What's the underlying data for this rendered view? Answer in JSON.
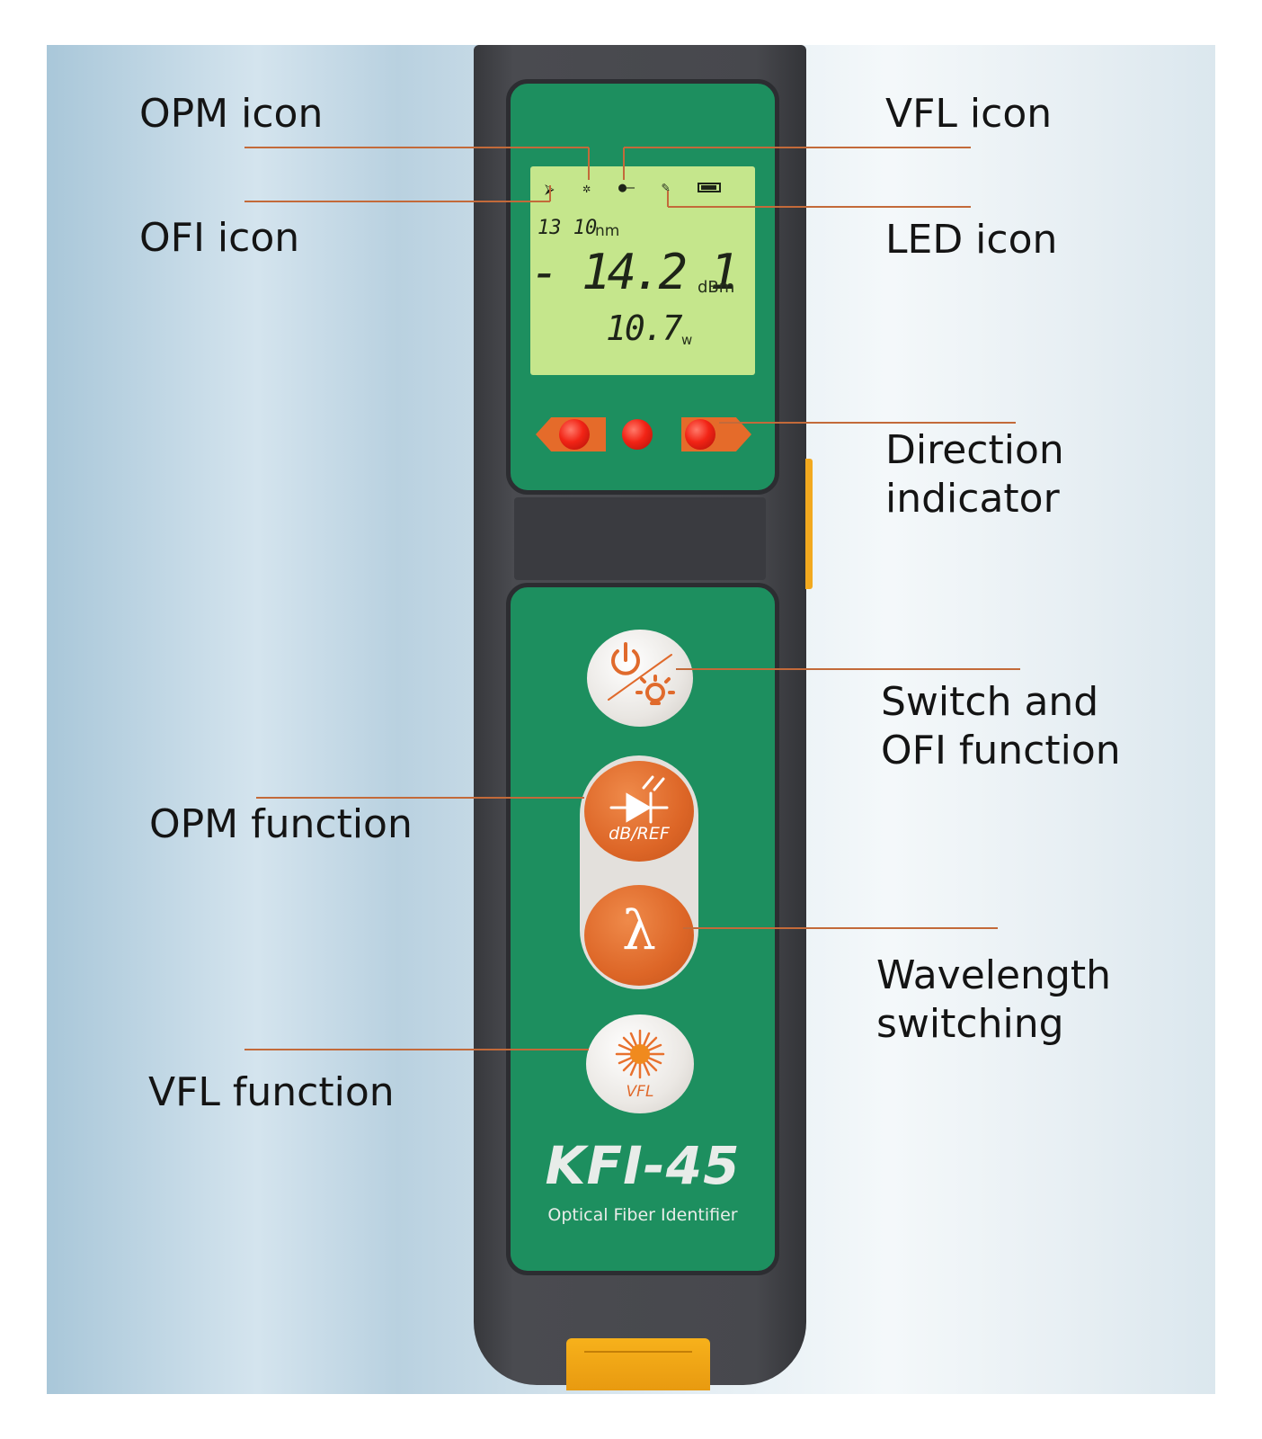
{
  "callouts": {
    "opm_icon": "OPM icon",
    "ofi_icon": "OFI icon",
    "vfl_icon": "VFL icon",
    "led_icon": "LED icon",
    "direction_indicator": "Direction\nindicator",
    "switch_ofi": "Switch and\nOFI function",
    "opm_function": "OPM function",
    "wavelength": "Wavelength\nswitching",
    "vfl_function": "VFL function"
  },
  "display": {
    "wavelength_value": "13 10",
    "wavelength_unit": "nm",
    "power_value": "- 14.2 1",
    "power_unit": "dBm",
    "secondary_value": "10.7",
    "secondary_unit": "w"
  },
  "buttons": {
    "opm_label": "dB/REF",
    "wavelength_symbol": "λ",
    "vfl_label": "VFL"
  },
  "device": {
    "model": "KFI-45",
    "subtitle": "Optical Fiber Identifier"
  },
  "colors": {
    "panel_green": "#1d8f5f",
    "button_orange": "#dd6627",
    "lcd_green": "#c5e68c",
    "leader_line": "#c36a3a"
  }
}
